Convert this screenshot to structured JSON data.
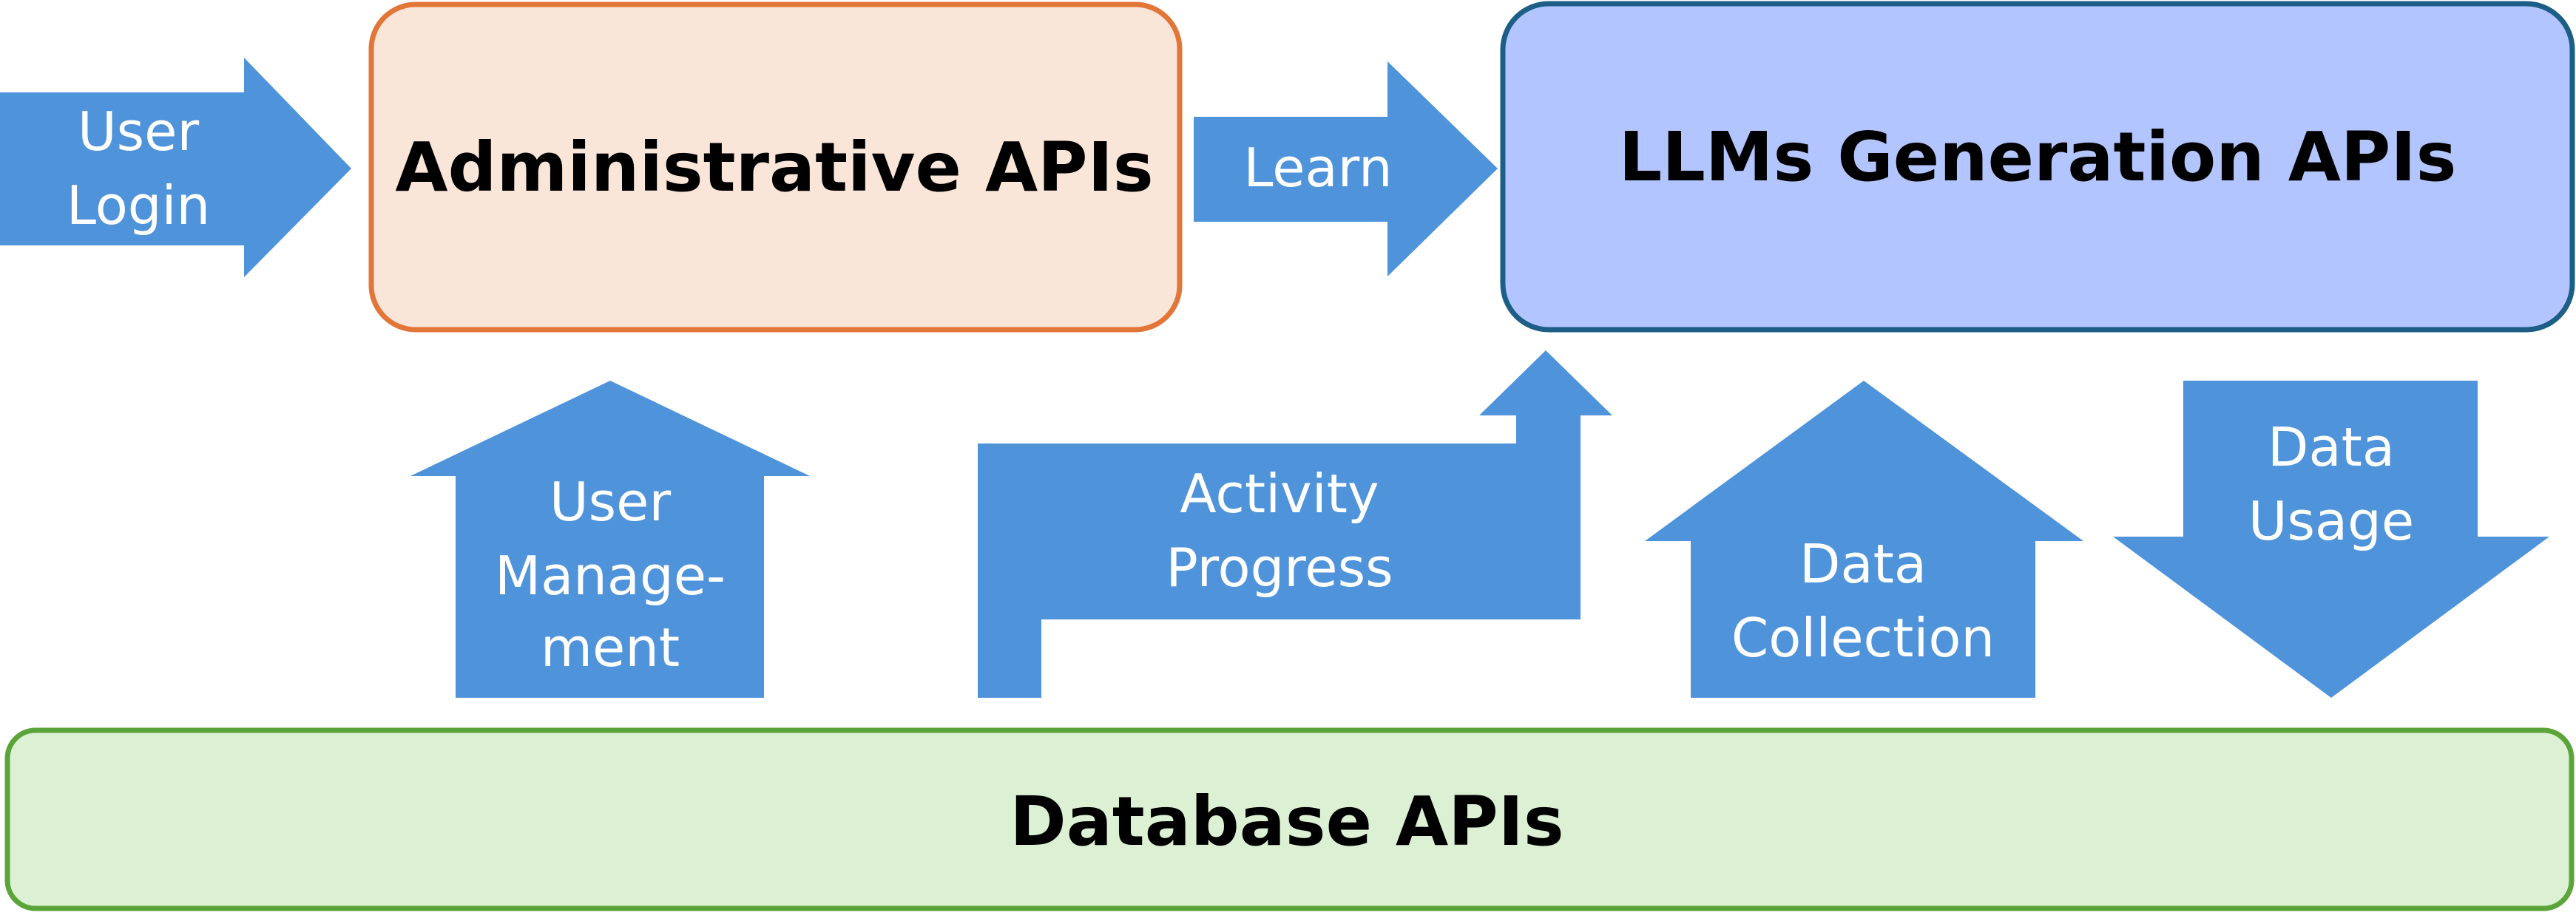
{
  "colors": {
    "arrow_fill": "#4f93da",
    "admin_fill": "#fae5d9",
    "admin_stroke": "#e27638",
    "llm_fill": "#b3c5ff",
    "llm_stroke": "#1d5e87",
    "db_fill": "#dcf1d4",
    "db_stroke": "#5ba43a"
  },
  "boxes": {
    "admin": {
      "title": "Administrative APIs"
    },
    "llm": {
      "title": "LLMs Generation APIs"
    },
    "db": {
      "title": "Database APIs"
    }
  },
  "arrows": {
    "user_login": {
      "line1": "User",
      "line2": "Login"
    },
    "learn": {
      "label": "Learn"
    },
    "user_management": {
      "line1": "User",
      "line2": "Manage-",
      "line3": "ment"
    },
    "activity_progress": {
      "line1": "Activity",
      "line2": "Progress"
    },
    "data_collection": {
      "line1": "Data",
      "line2": "Collection"
    },
    "data_usage": {
      "line1": "Data",
      "line2": "Usage"
    }
  }
}
